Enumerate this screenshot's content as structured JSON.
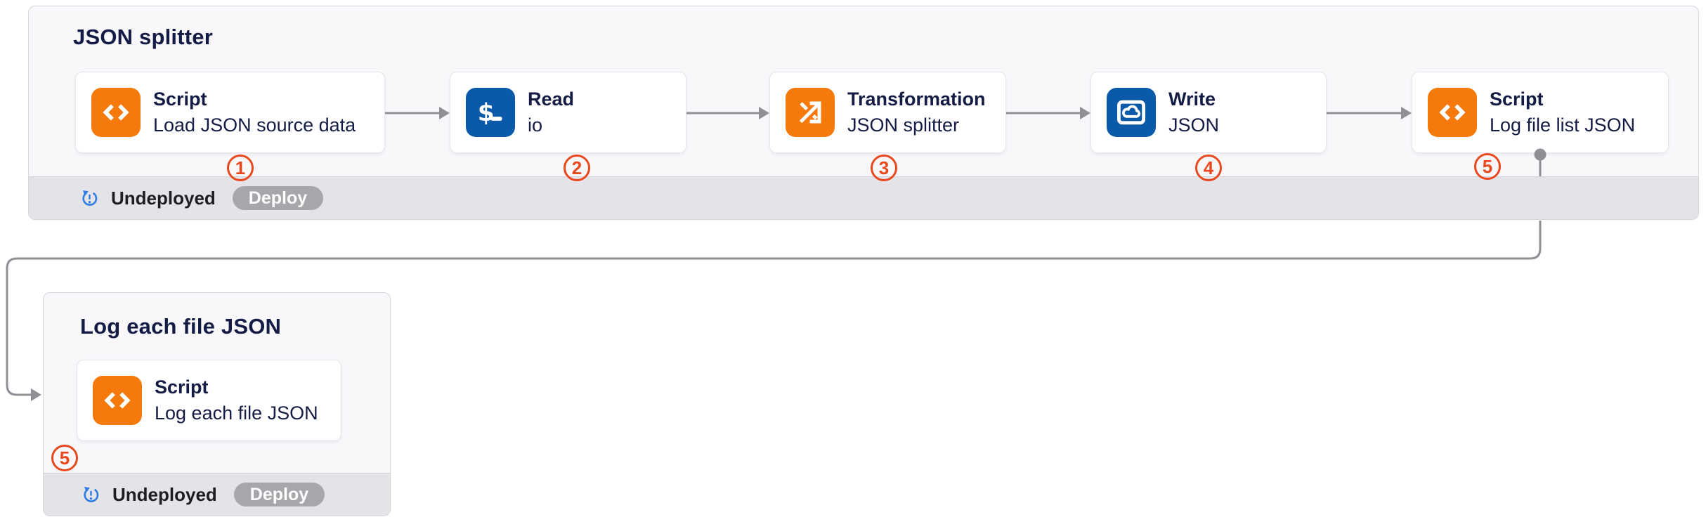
{
  "colors": {
    "node-orange": "#F5790B",
    "node-blue": "#0B5AA9",
    "badge-red": "#E8481C",
    "connector-gray": "#8F9096",
    "status-blue": "#2E7CE2",
    "deploy-gray": "#A6A7AB"
  },
  "pipelines": [
    {
      "title": "JSON splitter",
      "nodes": [
        {
          "type": "Script",
          "subtitle": "Load JSON source data",
          "icon": "code-icon",
          "tile": "orange",
          "badge": "1"
        },
        {
          "type": "Read",
          "subtitle": "io",
          "icon": "terminal-icon",
          "tile": "blue",
          "badge": "2"
        },
        {
          "type": "Transformation",
          "subtitle": "JSON splitter",
          "icon": "shuffle-icon",
          "tile": "orange",
          "badge": "3"
        },
        {
          "type": "Write",
          "subtitle": "JSON",
          "icon": "cloud-write-icon",
          "tile": "blue",
          "badge": "4"
        },
        {
          "type": "Script",
          "subtitle": "Log file list JSON",
          "icon": "code-icon",
          "tile": "orange",
          "badge": "5"
        }
      ],
      "status": {
        "label": "Undeployed",
        "deploy_label": "Deploy"
      }
    },
    {
      "title": "Log each file JSON",
      "nodes": [
        {
          "type": "Script",
          "subtitle": "Log each file JSON",
          "icon": "code-icon",
          "tile": "orange",
          "badge": "5"
        }
      ],
      "status": {
        "label": "Undeployed",
        "deploy_label": "Deploy"
      }
    }
  ]
}
